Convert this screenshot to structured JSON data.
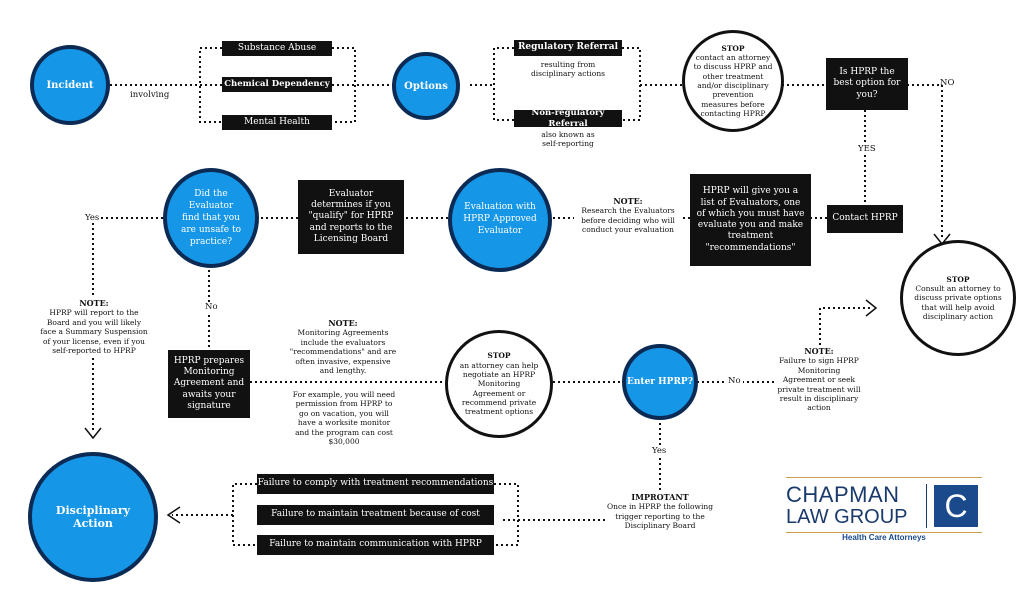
{
  "nodes": {
    "incident": "Incident",
    "options": "Options",
    "evaluation": "Evaluation with HPRP Approved Evaluator",
    "did_evaluator": "Did the Evaluator find that you are unsafe to practice?",
    "enter_hprp": "Enter HPRP?",
    "disciplinary_action": "Disciplinary Action"
  },
  "boxes": {
    "substance_abuse": "Substance Abuse",
    "chemical_dependency": "Chemical Dependency",
    "mental_health": "Mental Health",
    "regulatory_referral": "Regulatory Referral",
    "non_regulatory_referral": "Non-regulatory Referral",
    "is_hprp_best": "Is HPRP the best option for you?",
    "contact_hprp": "Contact HPRP",
    "hprp_list": "HPRP will give you a list of Evaluators, one of which you must have evaluate you and make treatment \"recommendations\"",
    "evaluator_determines": "Evaluator determines if you \"qualify\" for HPRP and reports to the Licensing Board",
    "hprp_prepares": "HPRP prepares Monitoring Agreement and awaits your signature",
    "failure_comply": "Failure to comply with treatment recommendations",
    "failure_maintain_cost": "Failure to maintain treatment because of cost",
    "failure_communication": "Failure to maintain communication with HPRP"
  },
  "labels": {
    "involving": "involving",
    "resulting_from": "resulting from disciplinary actions",
    "also_known_as": "also known as self-reporting",
    "no1": "NO",
    "yes1": "YES",
    "yes2": "Yes",
    "no2": "No",
    "no3": "No",
    "yes3": "Yes"
  },
  "stops": {
    "stop1_title": "STOP",
    "stop1_text": "contact an attorney to discuss HPRP and other treatment and/or disciplinary prevention measures before contacting HPRP",
    "stop2_title": "STOP",
    "stop2_text": "Consult an attorney to discuss private options that will help avoid disciplinary action",
    "stop3_title": "STOP",
    "stop3_text": "an attorney can help negotiate an HPRP Monitoring Agreement or recommend private treatment options"
  },
  "notes": {
    "note_eval_title": "NOTE:",
    "note_eval_text": "Research the Evaluators before deciding who will conduct your evaluation",
    "note_report_title": "NOTE:",
    "note_report_text": "HPRP will report to the Board and you will likely face a Summary Suspension of your license, even if you self-reported to HPRP",
    "note_monitor_title": "NOTE:",
    "note_monitor_text": "Monitoring Agreements include the evaluators \"recommendations\" and are often invasive, expensive and lengthy.",
    "note_monitor_text2": "For example, you will need permission from HPRP to go on vacation, you will have a worksite monitor and the program can cost $30,000",
    "note_failure_title": "NOTE:",
    "note_failure_text": "Failure to sign HPRP Monitoring Agreement or seek private treatment will result in disciplinary action",
    "important_title": "IMPROTANT",
    "important_text": "Once in HPRP the following trigger reporting to the Disciplinary Board"
  },
  "logo": {
    "line1": "CHAPMAN",
    "line2": "LAW GROUP",
    "tagline": "Health Care Attorneys",
    "mark": "C"
  },
  "colors": {
    "blue": "#1596e6",
    "navy": "#0b2b55",
    "gold": "#c9a24a"
  }
}
